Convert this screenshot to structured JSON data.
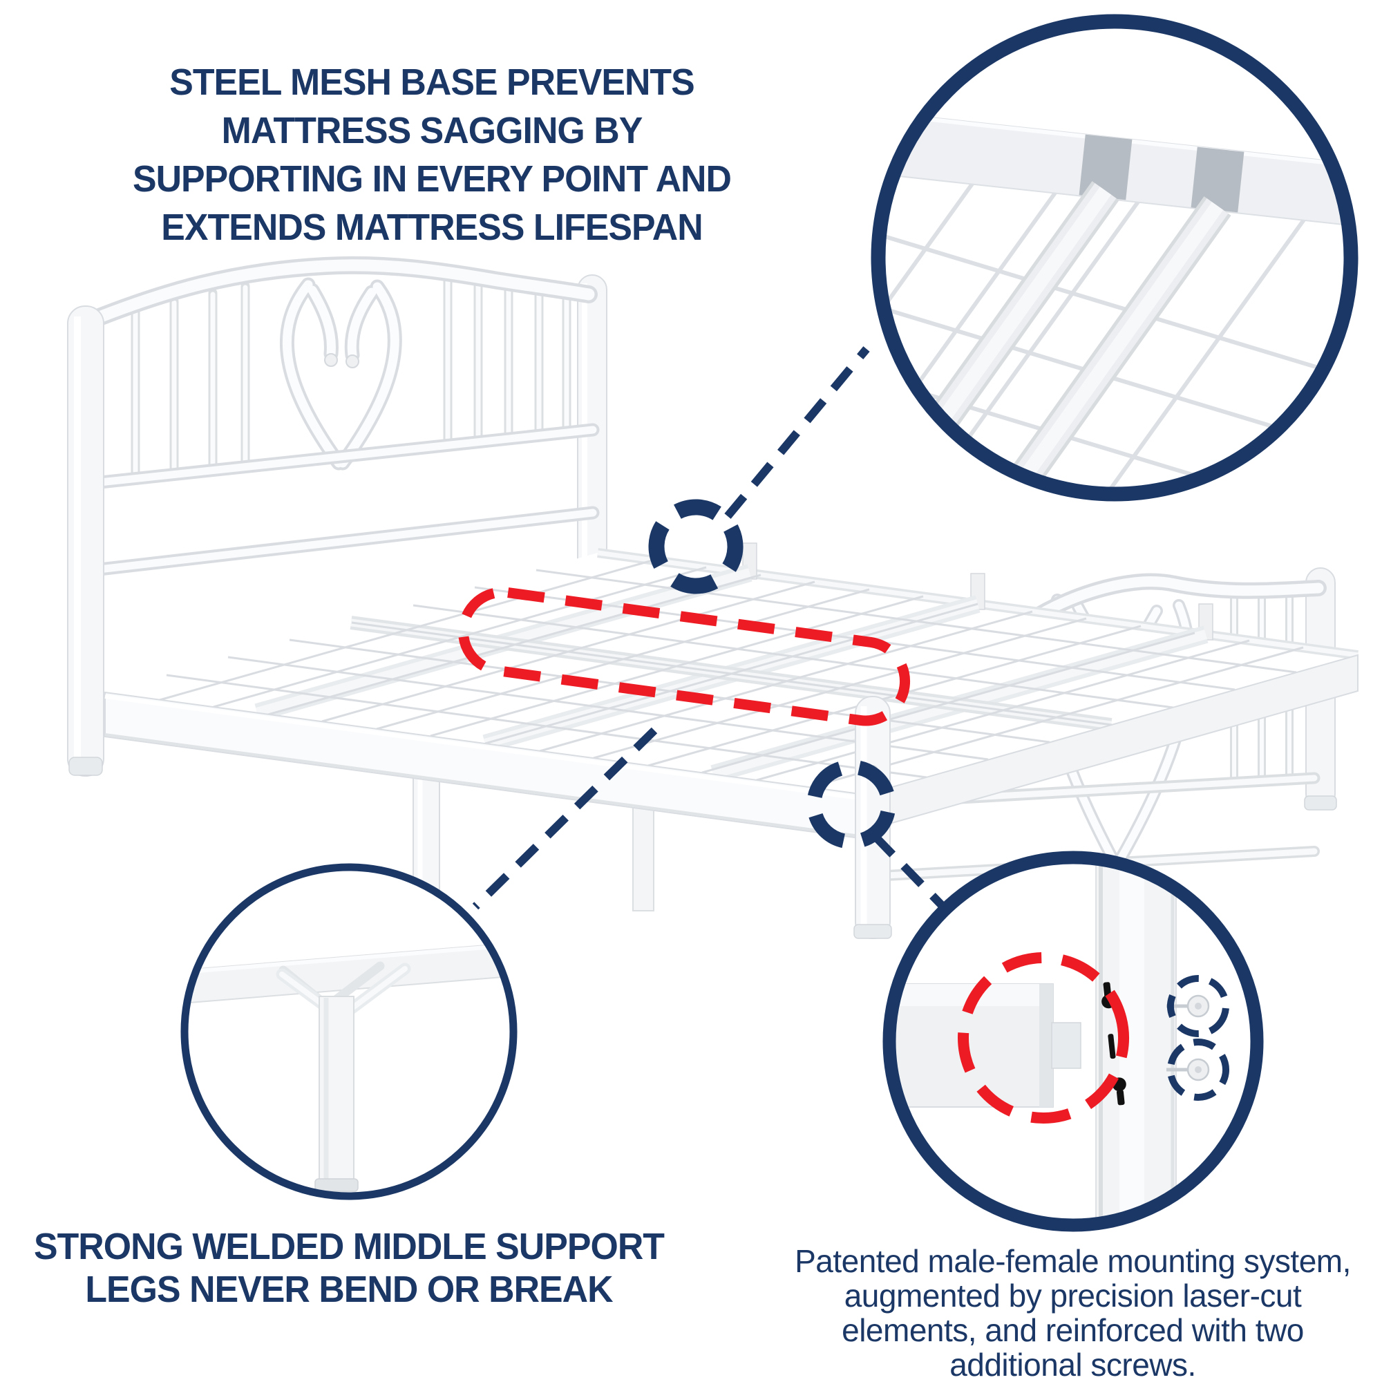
{
  "colors": {
    "navy": "#1b3766",
    "red": "#ed1c24",
    "metal_fill": "#f5f6f8",
    "metal_edge": "#d9dde1",
    "slot_dark": "#b6bcc3",
    "keyhole_black": "#111111",
    "background": "#ffffff"
  },
  "notes": {
    "top": {
      "lines": [
        "STEEL MESH BASE PREVENTS",
        "MATTRESS SAGGING BY",
        "SUPPORTING IN EVERY POINT AND",
        "EXTENDS MATTRESS LIFESPAN"
      ]
    },
    "bottom_left": {
      "lines": [
        "STRONG WELDED MIDDLE SUPPORT",
        "LEGS NEVER BEND OR BREAK"
      ]
    },
    "bottom_right": {
      "lines": [
        "Patented male-female mounting system,",
        "augmented by precision laser-cut",
        "elements, and reinforced with two",
        "additional screws."
      ]
    }
  },
  "callouts": {
    "top_right_circle": "steel-mesh-slot-detail",
    "bottom_left_circle": "welded-middle-support-leg-detail",
    "bottom_right_circle": "male-female-mounting-detail"
  }
}
